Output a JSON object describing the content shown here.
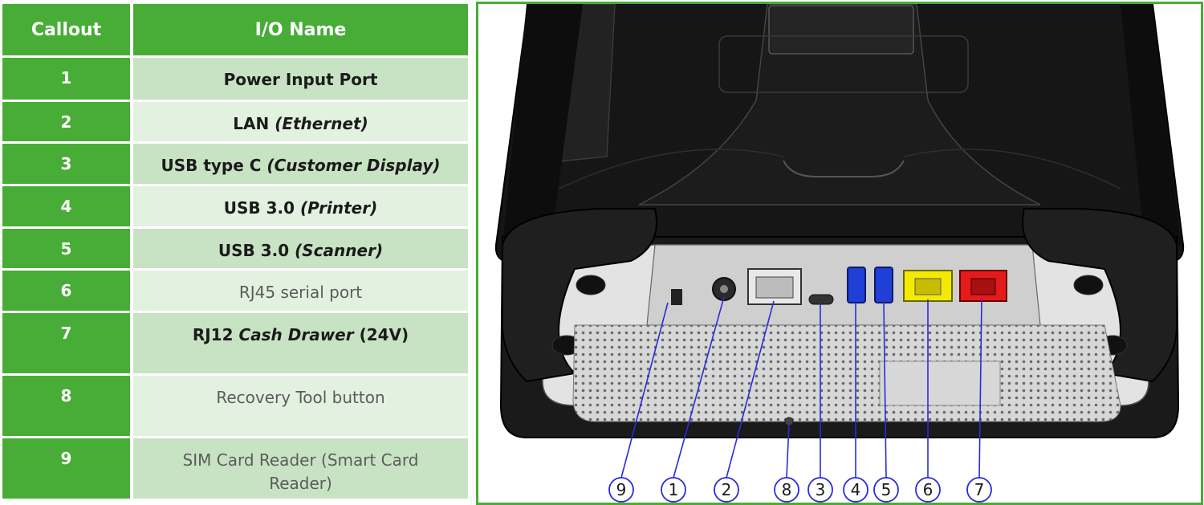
{
  "table": {
    "header_callout": "Callout",
    "header_io": "I/O Name",
    "rows": [
      {
        "num": "1",
        "parts": [
          {
            "t": "Power Input Port",
            "i": false
          }
        ],
        "style": "bold"
      },
      {
        "num": "2",
        "parts": [
          {
            "t": "LAN ",
            "i": false
          },
          {
            "t": "(Ethernet)",
            "i": true
          }
        ],
        "style": "bold"
      },
      {
        "num": "3",
        "parts": [
          {
            "t": "USB type C ",
            "i": false
          },
          {
            "t": "(Customer Display)",
            "i": true
          }
        ],
        "style": "bold"
      },
      {
        "num": "4",
        "parts": [
          {
            "t": "USB 3.0 ",
            "i": false
          },
          {
            "t": "(Printer)",
            "i": true
          }
        ],
        "style": "bold"
      },
      {
        "num": "5",
        "parts": [
          {
            "t": "USB 3.0 ",
            "i": false
          },
          {
            "t": "(Scanner)",
            "i": true
          }
        ],
        "style": "bold"
      },
      {
        "num": "6",
        "parts": [
          {
            "t": "RJ45 serial port",
            "i": false
          }
        ],
        "style": "plain"
      },
      {
        "num": "7",
        "parts": [
          {
            "t": "RJ12 ",
            "i": false
          },
          {
            "t": "Cash Drawer",
            "i": true
          },
          {
            "t": " (24V)",
            "i": false
          }
        ],
        "style": "bold"
      },
      {
        "num": "8",
        "parts": [
          {
            "t": "Recovery Tool button",
            "i": false
          }
        ],
        "style": "plain"
      },
      {
        "num": "9",
        "parts": [
          {
            "t": "SIM Card Reader (Smart Card Reader)",
            "i": false
          }
        ],
        "style": "plain"
      }
    ]
  },
  "diagram": {
    "callouts": [
      "9",
      "1",
      "2",
      "8",
      "3",
      "4",
      "5",
      "6",
      "7"
    ],
    "colors": {
      "accent_green": "#48ad37",
      "usb_blue": "#1f3fd6",
      "rj45_yellow": "#f4ea00",
      "rj12_red": "#e51b1b",
      "callout_line": "#2b2bd9"
    }
  }
}
